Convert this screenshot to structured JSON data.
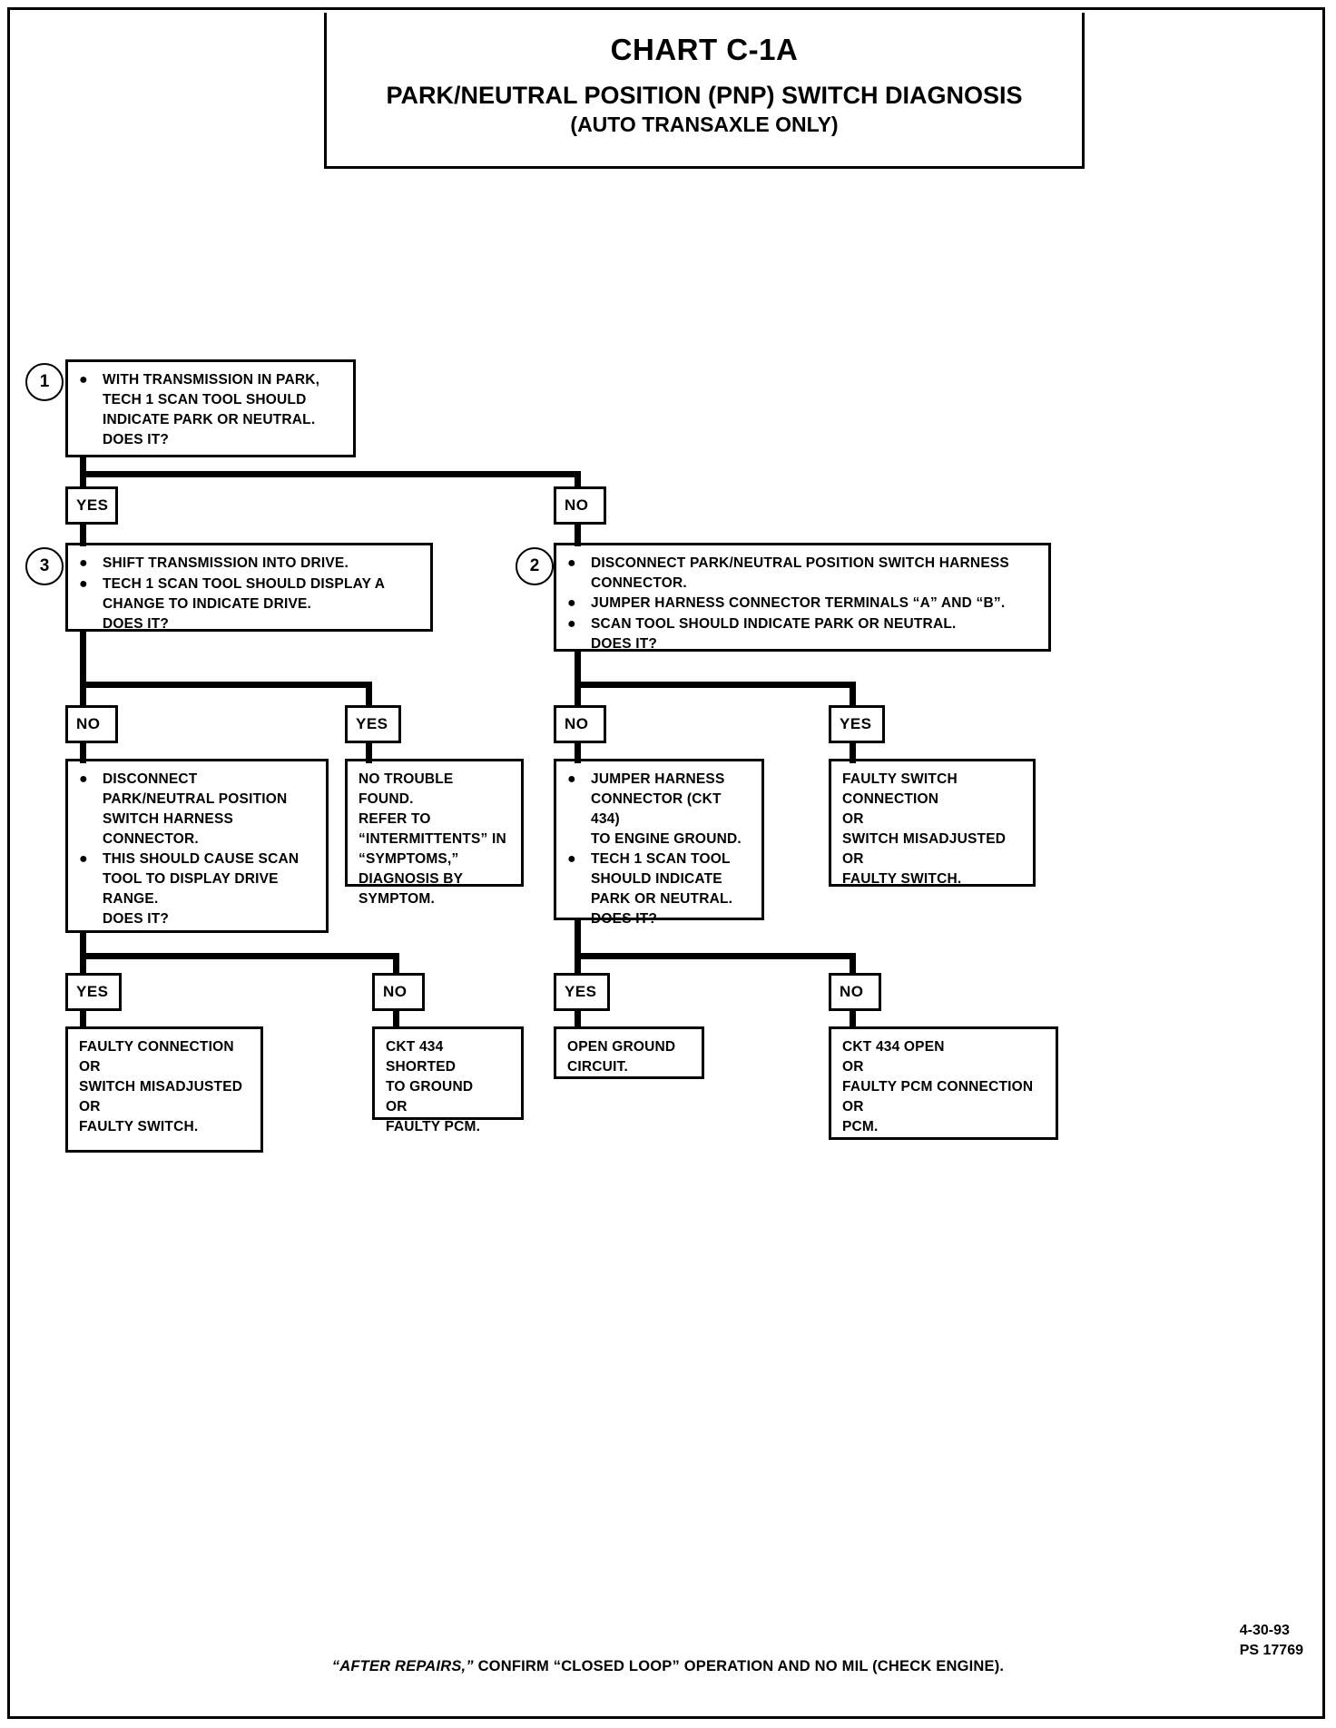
{
  "title": {
    "chart_id": "CHART C-1A",
    "line1": "PARK/NEUTRAL POSITION (PNP) SWITCH DIAGNOSIS",
    "line2": "(AUTO TRANSAXLE ONLY)"
  },
  "steps": {
    "s1": {
      "number": "1",
      "bullets": [
        "WITH TRANSMISSION IN PARK,\nTECH 1 SCAN TOOL SHOULD\nINDICATE PARK OR NEUTRAL.\nDOES IT?"
      ]
    },
    "s3": {
      "number": "3",
      "bullets": [
        "SHIFT TRANSMISSION INTO DRIVE.",
        "TECH 1 SCAN TOOL SHOULD DISPLAY A\nCHANGE TO INDICATE DRIVE.\nDOES IT?"
      ]
    },
    "s2": {
      "number": "2",
      "bullets": [
        "DISCONNECT PARK/NEUTRAL POSITION SWITCH HARNESS\nCONNECTOR.",
        "JUMPER HARNESS CONNECTOR TERMINALS “A” AND “B”.",
        "SCAN TOOL SHOULD INDICATE PARK OR NEUTRAL.\nDOES IT?"
      ]
    },
    "s4": {
      "bullets": [
        "DISCONNECT\nPARK/NEUTRAL POSITION\nSWITCH HARNESS\nCONNECTOR.",
        "THIS SHOULD CAUSE SCAN\nTOOL TO DISPLAY DRIVE\nRANGE.\nDOES IT?"
      ]
    },
    "s5": {
      "bullets": [
        "JUMPER HARNESS\nCONNECTOR (CKT 434)\nTO ENGINE GROUND.",
        "TECH 1 SCAN TOOL\nSHOULD INDICATE\nPARK OR NEUTRAL.\nDOES IT?"
      ]
    }
  },
  "results": {
    "no_trouble": "NO TROUBLE FOUND.\nREFER TO\n“INTERMITTENTS” IN\n“SYMPTOMS,”\nDIAGNOSIS BY\nSYMPTOM.",
    "faulty_switch_right": "FAULTY SWITCH\nCONNECTION\nOR\nSWITCH MISADJUSTED\nOR\nFAULTY SWITCH.",
    "faulty_connection_left": "FAULTY CONNECTION\nOR\nSWITCH MISADJUSTED\nOR\nFAULTY SWITCH.",
    "ckt434_shorted": "CKT 434 SHORTED\nTO GROUND\nOR\nFAULTY PCM.",
    "open_ground": "OPEN GROUND\nCIRCUIT.",
    "ckt434_open": "CKT 434 OPEN\nOR\nFAULTY PCM CONNECTION\nOR\nPCM."
  },
  "branch_labels": {
    "yes": "YES",
    "no": "NO"
  },
  "footer": {
    "note_italic": "“AFTER REPAIRS,”",
    "note_rest": " CONFIRM “CLOSED LOOP” OPERATION AND NO MIL (CHECK ENGINE).",
    "date": "4-30-93",
    "part": "PS 17769"
  },
  "colors": {
    "ink": "#000000",
    "paper": "#ffffff"
  }
}
